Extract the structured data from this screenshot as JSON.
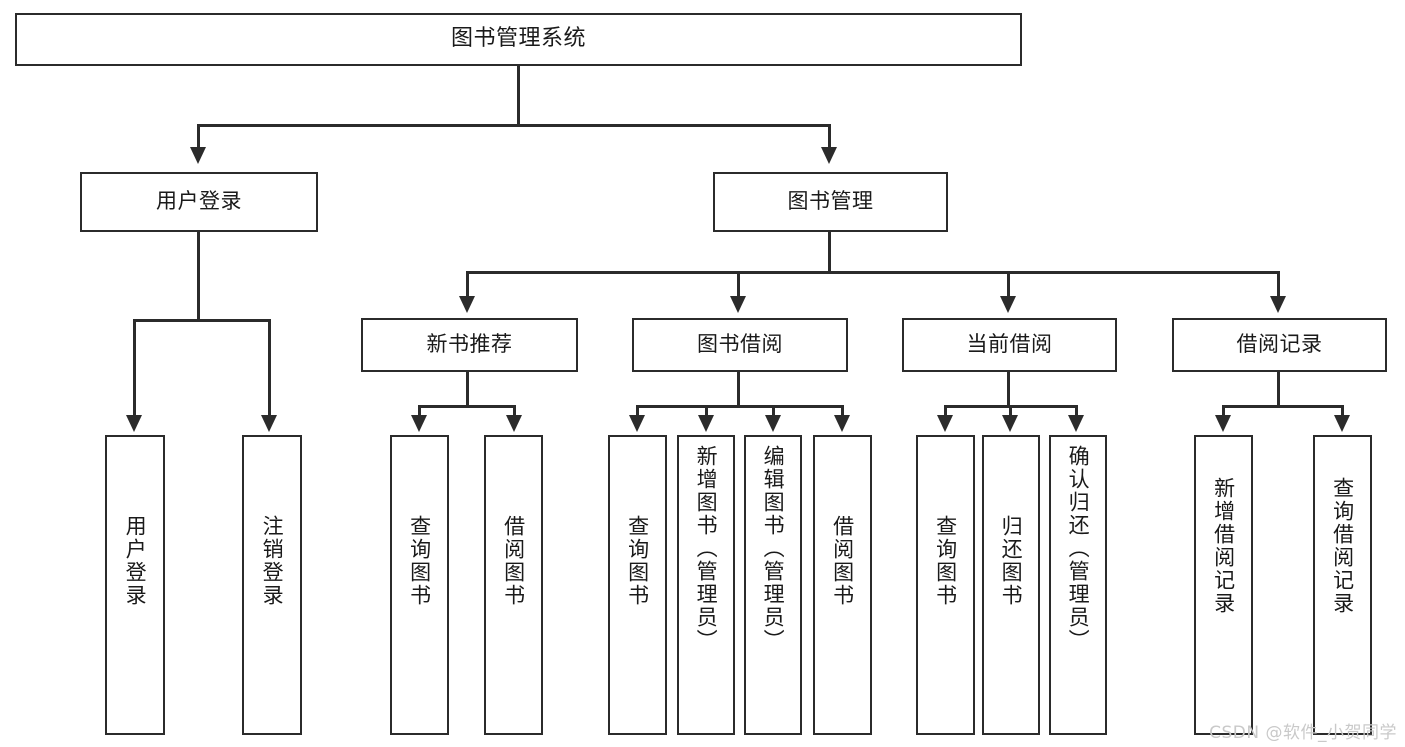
{
  "diagram": {
    "title": "图书管理系统",
    "type": "tree",
    "root": {
      "id": "root",
      "label": "图书管理系统"
    },
    "level2": [
      {
        "id": "user-login",
        "label": "用户登录"
      },
      {
        "id": "book-manage",
        "label": "图书管理"
      }
    ],
    "level3": [
      {
        "id": "new-book-recommend",
        "label": "新书推荐",
        "parent": "book-manage"
      },
      {
        "id": "book-borrow",
        "label": "图书借阅",
        "parent": "book-manage"
      },
      {
        "id": "current-borrow",
        "label": "当前借阅",
        "parent": "book-manage"
      },
      {
        "id": "borrow-record",
        "label": "借阅记录",
        "parent": "book-manage"
      }
    ],
    "leaves": [
      {
        "id": "leaf-user-login",
        "label": "用户登录",
        "parent": "user-login"
      },
      {
        "id": "leaf-user-logout",
        "label": "注销登录",
        "parent": "user-login"
      },
      {
        "id": "leaf-query-book-1",
        "label": "查询图书",
        "parent": "new-book-recommend"
      },
      {
        "id": "leaf-borrow-book-1",
        "label": "借阅图书",
        "parent": "new-book-recommend"
      },
      {
        "id": "leaf-query-book-2",
        "label": "查询图书",
        "parent": "book-borrow"
      },
      {
        "id": "leaf-add-book",
        "label": "新增图书（管理员）",
        "parent": "book-borrow"
      },
      {
        "id": "leaf-edit-book",
        "label": "编辑图书（管理员）",
        "parent": "book-borrow"
      },
      {
        "id": "leaf-borrow-book-2",
        "label": "借阅图书",
        "parent": "book-borrow"
      },
      {
        "id": "leaf-query-book-3",
        "label": "查询图书",
        "parent": "current-borrow"
      },
      {
        "id": "leaf-return-book",
        "label": "归还图书",
        "parent": "current-borrow"
      },
      {
        "id": "leaf-confirm-return",
        "label": "确认归还（管理员）",
        "parent": "current-borrow"
      },
      {
        "id": "leaf-add-record",
        "label": "新增借阅记录",
        "parent": "borrow-record"
      },
      {
        "id": "leaf-query-record",
        "label": "查询借阅记录",
        "parent": "borrow-record"
      }
    ]
  },
  "watermark": {
    "text": "CSDN @软件_小贺同学"
  },
  "colors": {
    "stroke": "#2b2b2b",
    "fill": "#ffffff",
    "text": "#1a1a1a",
    "watermark": "#c9c9c9"
  }
}
